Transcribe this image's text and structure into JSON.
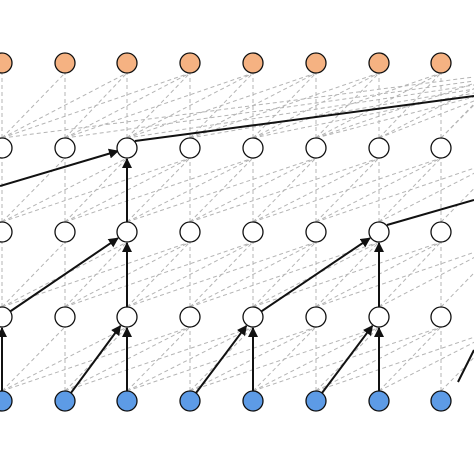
{
  "diagram": {
    "colors": {
      "output_node": "#f5b282",
      "input_node": "#5d9be6",
      "hidden_node": "#ffffff",
      "node_stroke": "#111111",
      "arrow": "#111111",
      "dashed": "#b4b4b4"
    },
    "layers": [
      "output",
      "hidden-3",
      "hidden-2",
      "hidden-1",
      "input"
    ],
    "columns": 8,
    "connections": [
      {
        "from": [
          0,
          4
        ],
        "to": [
          0,
          3
        ]
      },
      {
        "from": [
          1,
          4
        ],
        "to": [
          2,
          3
        ]
      },
      {
        "from": [
          2,
          4
        ],
        "to": [
          2,
          3
        ]
      },
      {
        "from": [
          3,
          4
        ],
        "to": [
          4,
          3
        ]
      },
      {
        "from": [
          4,
          4
        ],
        "to": [
          4,
          3
        ]
      },
      {
        "from": [
          5,
          4
        ],
        "to": [
          6,
          3
        ]
      },
      {
        "from": [
          6,
          4
        ],
        "to": [
          6,
          3
        ]
      },
      {
        "from": [
          0,
          3
        ],
        "to": [
          2,
          2
        ]
      },
      {
        "from": [
          2,
          3
        ],
        "to": [
          2,
          2
        ]
      },
      {
        "from": [
          4,
          3
        ],
        "to": [
          6,
          2
        ]
      },
      {
        "from": [
          6,
          3
        ],
        "to": [
          6,
          2
        ]
      },
      {
        "from": [
          2,
          2
        ],
        "to": [
          2,
          1
        ]
      }
    ]
  }
}
